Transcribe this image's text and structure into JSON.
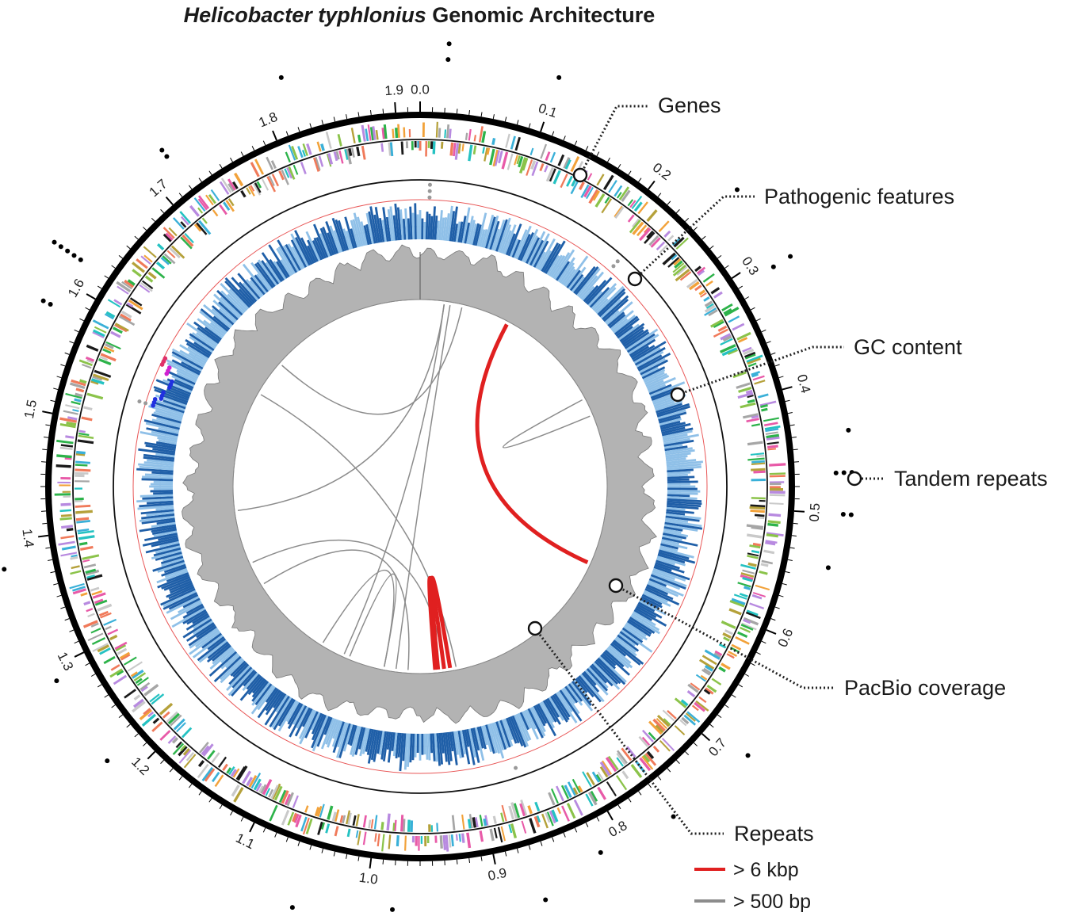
{
  "title": {
    "italic": "Helicobacter typhlonius",
    "rest": "Genomic Architecture"
  },
  "scale": {
    "labels": [
      "0.0",
      "0.1",
      "0.2",
      "0.3",
      "0.4",
      "0.5",
      "0.6",
      "0.7",
      "0.8",
      "0.9",
      "1.0",
      "1.1",
      "1.2",
      "1.3",
      "1.4",
      "1.5",
      "1.6",
      "1.7",
      "1.8",
      "1.9"
    ],
    "genome_size_mbp": 1.92
  },
  "callouts": {
    "genes": "Genes",
    "pathogenic": "Pathogenic features",
    "gc": "GC content",
    "tandem": "Tandem repeats",
    "pacbio": "PacBio coverage",
    "repeats": "Repeats"
  },
  "legend": {
    "red_label": "> 6 kbp",
    "gray_label": "> 500 bp"
  },
  "colors": {
    "long_repeat": "#e02020",
    "short_repeat": "#8c8c8c",
    "coverage_dark": "#1f5fa8",
    "coverage_light": "#8fc0e8",
    "gc_fill": "#b3b3b3",
    "gene_palette": [
      "#2db34a",
      "#3ab0d8",
      "#f07a5a",
      "#b5a13a",
      "#b88ae0",
      "#c9c9c9",
      "#1a1a1a",
      "#e85aa8",
      "#8bc34a",
      "#f2a23a",
      "#25c2c2",
      "#a6a6a6"
    ]
  }
}
